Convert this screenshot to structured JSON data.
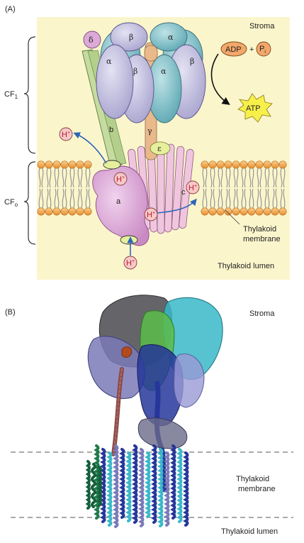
{
  "panelA": {
    "label": "(A)",
    "stroma": "Stroma",
    "lumen": "Thylakoid lumen",
    "membrane_line1": "Thylakoid",
    "membrane_line2": "membrane",
    "cf1_base": "CF",
    "cf1_sub": "1",
    "cfo_base": "CF",
    "cfo_sub": "o",
    "adp": "ADP",
    "plus": "+",
    "pi_base": "P",
    "pi_sub": "i",
    "atp": "ATP",
    "alpha": "α",
    "beta": "β",
    "gamma": "γ",
    "delta": "δ",
    "epsilon": "ε",
    "sub_a": "a",
    "sub_b": "b",
    "sub_c": "c",
    "h_base": "H",
    "h_sup": "+"
  },
  "panelB": {
    "label": "(B)",
    "stroma": "Stroma",
    "membrane_line1": "Thylakoid",
    "membrane_line2": "membrane",
    "lumen": "Thylakoid lumen"
  },
  "colors": {
    "background_A": "#fbf5cc",
    "membrane_head": "#f2a94e",
    "alpha_fill": "#8fc8cf",
    "beta_fill": "#c6c3e0",
    "stalk_fill": "#e9b98c",
    "subunit_a": "#dcaad6",
    "subunit_b": "#c5dba0",
    "subunit_c": "#f0c6df",
    "epsilon_fill": "#e6ef9c",
    "adp_fill": "#f3a86b",
    "atp_fill": "#f7f04a",
    "proton_fill": "#f6c9c9",
    "arrow": "#2d66b8"
  }
}
